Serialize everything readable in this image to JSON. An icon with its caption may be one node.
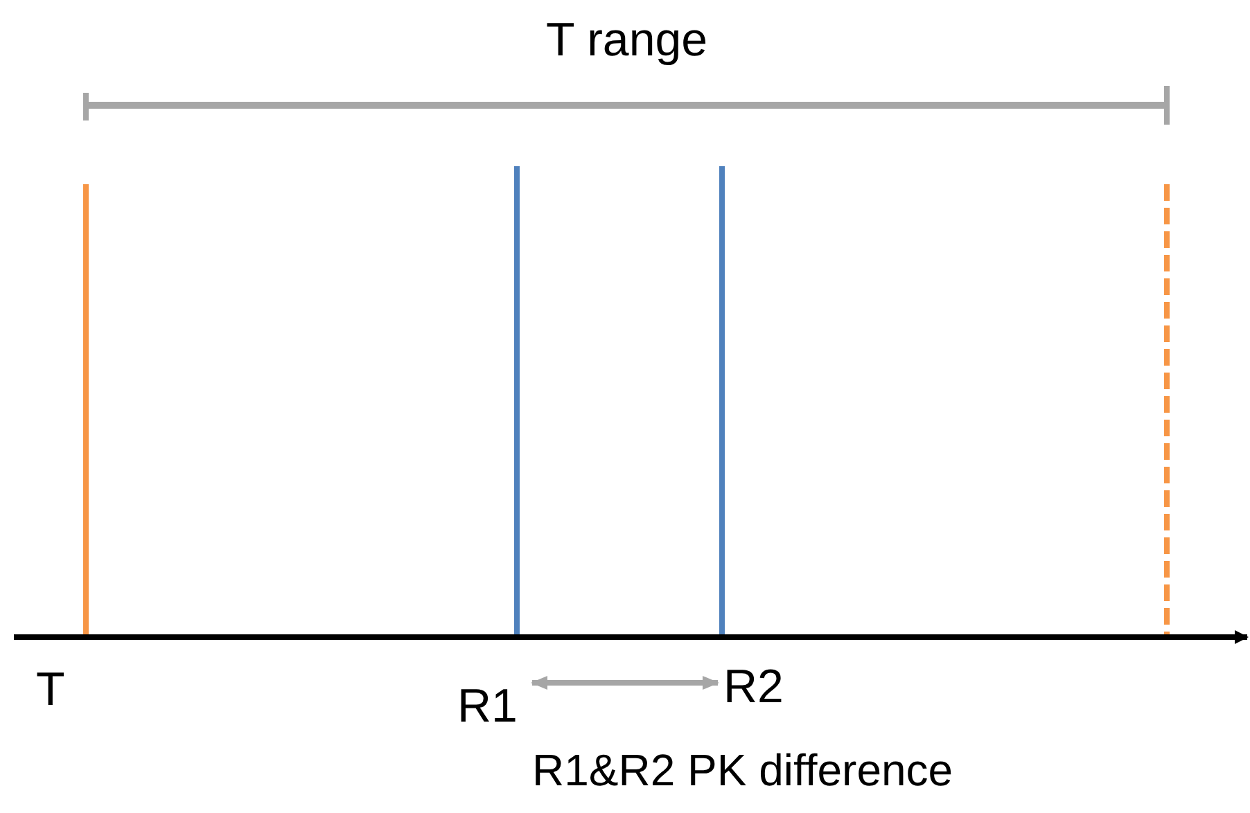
{
  "diagram": {
    "labels": [
      "T range",
      "T",
      "R1",
      "R2",
      "R1&R2 PK difference"
    ]
  }
}
